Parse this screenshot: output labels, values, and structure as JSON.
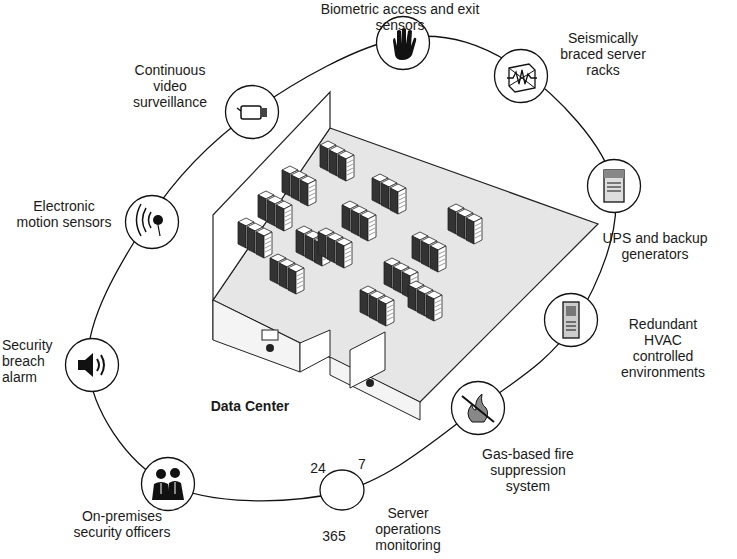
{
  "diagram": {
    "nodes": [
      {
        "text": [
          "Continuous video surveillance"
        ]
      },
      {
        "text": [
          "Biometric access and exit sensors"
        ]
      },
      {
        "text": [
          "Seismically braced server racks"
        ]
      },
      {
        "text": [
          "UPS and backup generators"
        ]
      },
      {
        "text": [
          "Redundant HVAC controlled environments"
        ]
      },
      {
        "text": [
          "Gas-based fire suppression system"
        ]
      },
      {
        "text": [
          "24",
          "7",
          "365",
          "Server operations monitoring"
        ]
      },
      {
        "text": [
          "On-premises security officers"
        ]
      },
      {
        "text": [
          "Security breach alarm"
        ]
      },
      {
        "text": [
          "Electronic motion sensors"
        ]
      }
    ],
    "labels": [
      "Data Center"
    ]
  }
}
